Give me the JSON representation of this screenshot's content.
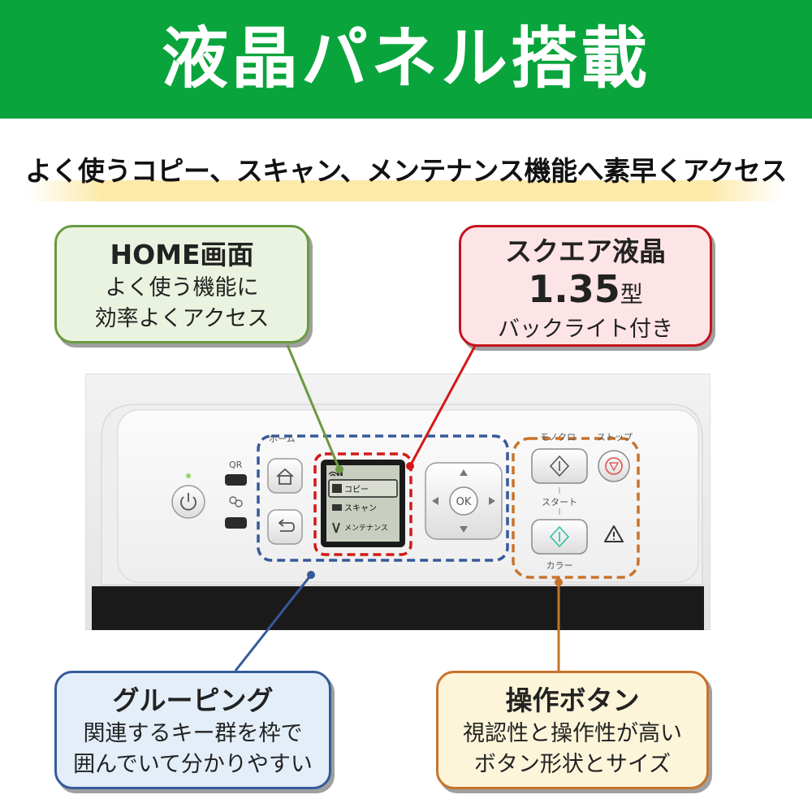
{
  "banner": {
    "title": "液晶パネル搭載",
    "color": "#0aa43c"
  },
  "subtitle": "よく使うコピー、スキャン、メンテナンス機能へ素早くアクセス",
  "callouts": {
    "home": {
      "title": "HOME画面",
      "lines": [
        "よく使う機能に",
        "効率よくアクセス"
      ]
    },
    "lcd": {
      "title": "スクエア液晶",
      "size": "1.35",
      "unit": "型",
      "line": "バックライト付き"
    },
    "grouping": {
      "title": "グルーピング",
      "lines": [
        "関連するキー群を枠で",
        "囲んでいて分かりやすい"
      ]
    },
    "buttons": {
      "title": "操作ボタン",
      "lines": [
        "視認性と操作性が高い",
        "ボタン形状とサイズ"
      ]
    }
  },
  "panel": {
    "home_label": "ホーム",
    "qr_label": "QR",
    "ok_label": "OK",
    "mono_label": "モノクロ",
    "stop_label": "ストップ",
    "start_label": "スタート",
    "color_label": "カラー",
    "lcd_menu": [
      "コピー",
      "スキャン",
      "メンテナンス"
    ]
  },
  "colors": {
    "home_border": "#6a9a40",
    "lcd_border": "#c5121c",
    "group_border": "#355a9a",
    "buttons_border": "#c8732b"
  },
  "icons": [
    "power-icon",
    "home-icon",
    "back-icon",
    "wifi-icon",
    "warning-icon",
    "stop-icon",
    "diamond-icon"
  ]
}
